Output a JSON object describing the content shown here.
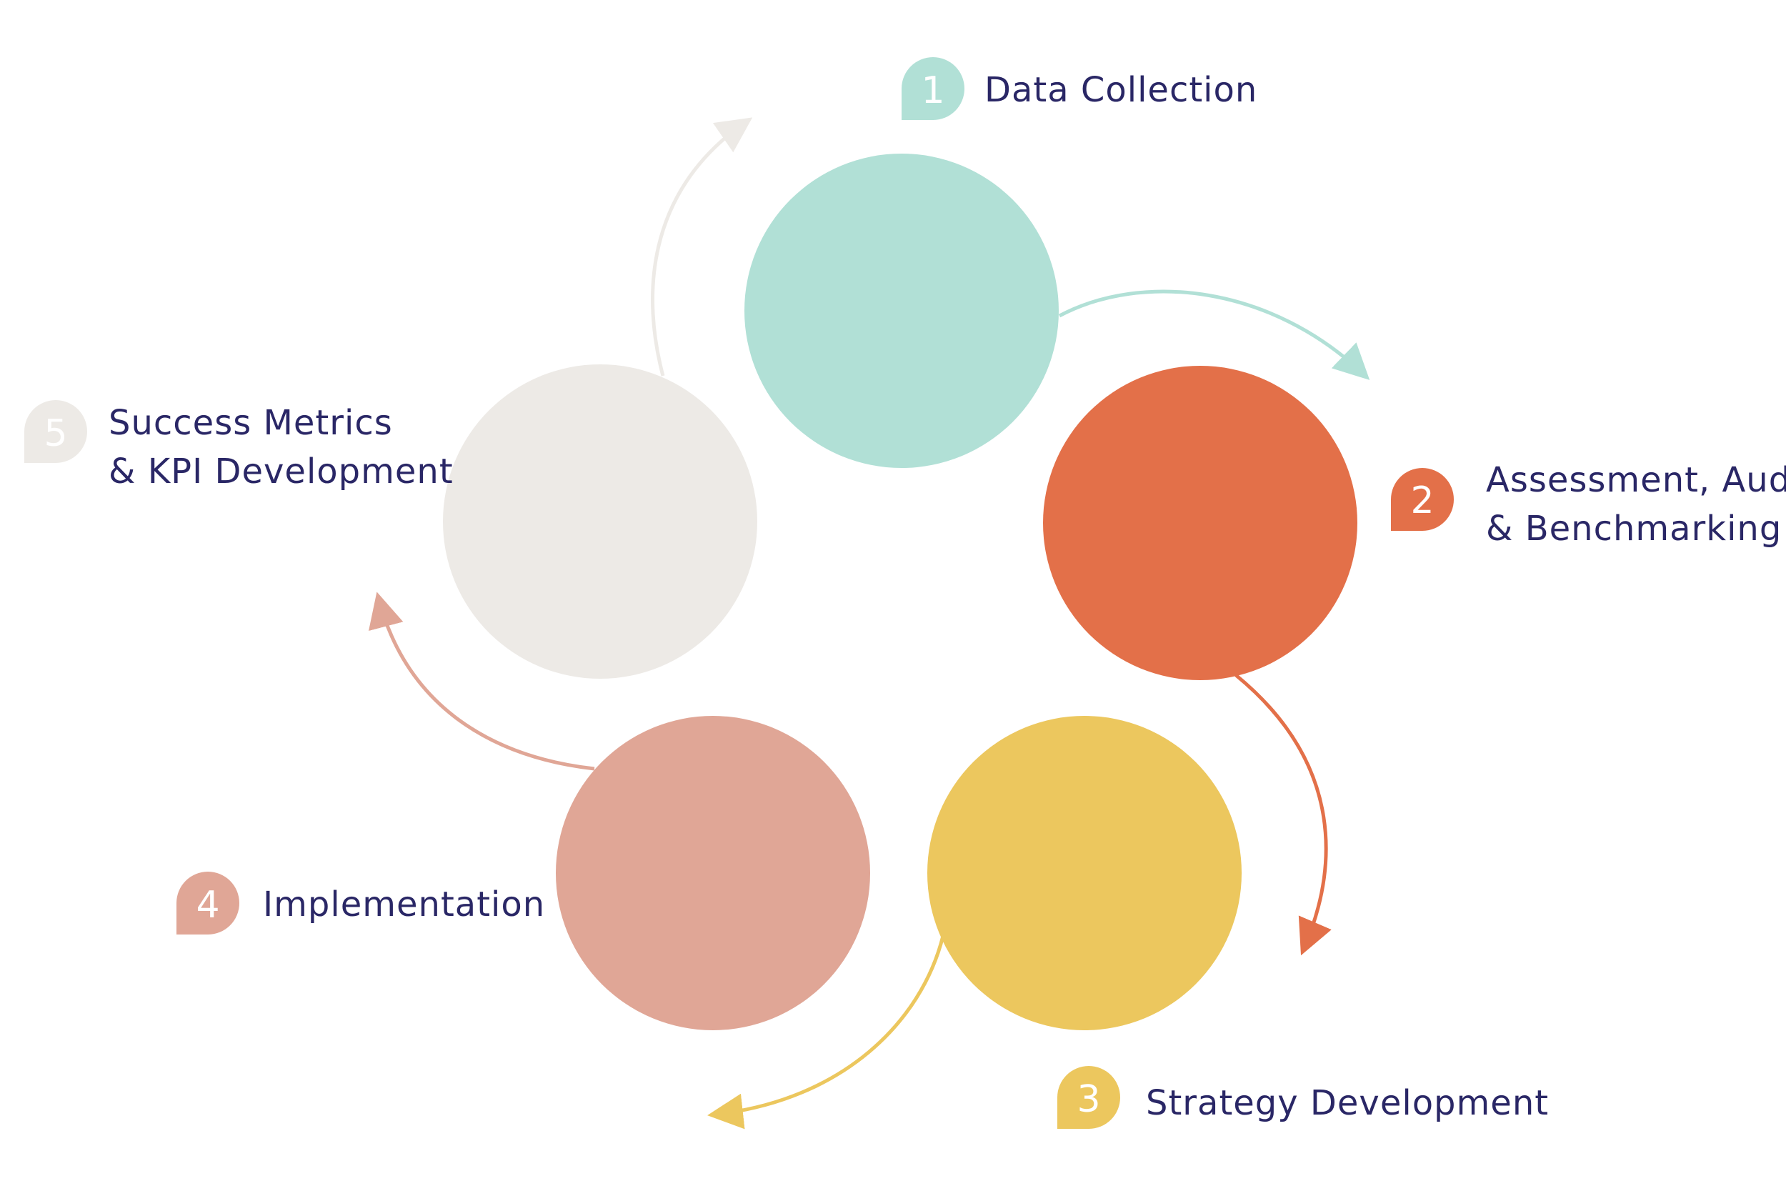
{
  "steps": [
    {
      "number": "1",
      "lines": [
        "Data Collection"
      ],
      "color": "#b1e0d6"
    },
    {
      "number": "2",
      "lines": [
        "Assessment, Audit",
        "& Benchmarking"
      ],
      "color": "#e37049"
    },
    {
      "number": "3",
      "lines": [
        "Strategy Development"
      ],
      "color": "#ecc75e"
    },
    {
      "number": "4",
      "lines": [
        "Implementation"
      ],
      "color": "#e0a696"
    },
    {
      "number": "5",
      "lines": [
        "Success Metrics",
        "& KPI Development"
      ],
      "color": "#edeae6"
    }
  ],
  "text_color": "#2a2766"
}
